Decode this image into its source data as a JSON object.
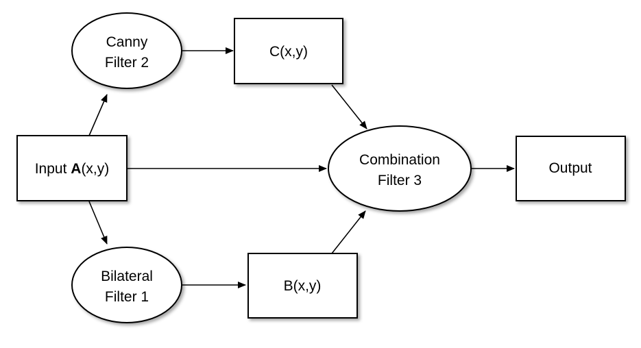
{
  "diagram": {
    "nodes": {
      "canny": {
        "line1": "Canny",
        "line2": "Filter 2"
      },
      "c": {
        "label": "C(x,y)"
      },
      "input": {
        "prefix": "Input ",
        "var": "A",
        "suffix": "(x,y)"
      },
      "combination": {
        "line1": "Combination",
        "line2": "Filter 3"
      },
      "output": {
        "label": "Output"
      },
      "bilateral": {
        "line1": "Bilateral",
        "line2": "Filter 1"
      },
      "b": {
        "label": "B(x,y)"
      }
    }
  }
}
